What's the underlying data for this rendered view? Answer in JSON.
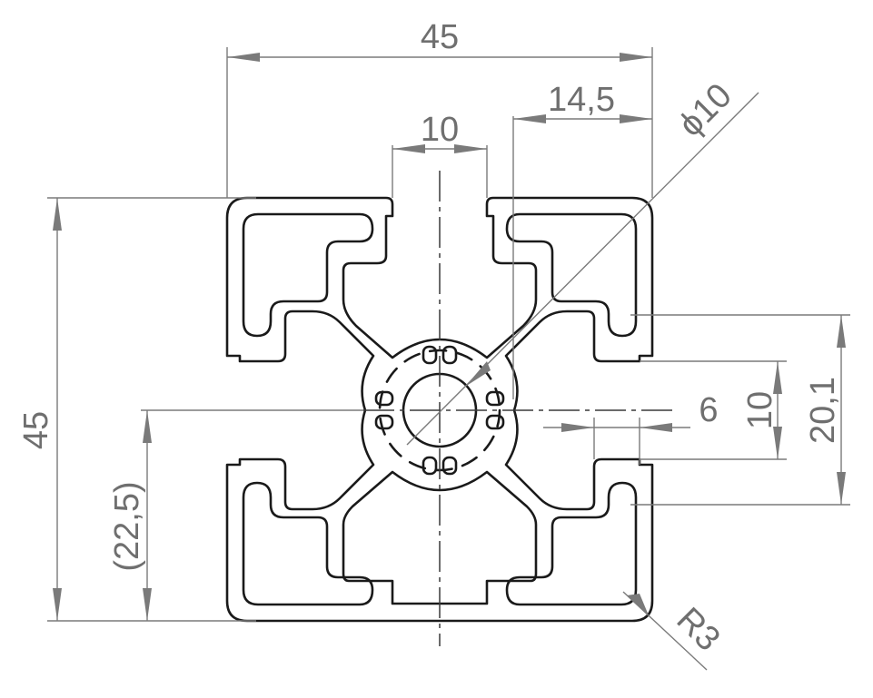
{
  "dimensions": {
    "width_total": "45",
    "groove_to_edge": "14,5",
    "slot_width": "10",
    "bore_diameter": "ϕ10",
    "height_total": "45",
    "center_height_ref": "(22,5)",
    "slot_depth": "6",
    "slot_opening": "10",
    "slot_outer_span": "20,1",
    "corner_radius": "R3"
  }
}
